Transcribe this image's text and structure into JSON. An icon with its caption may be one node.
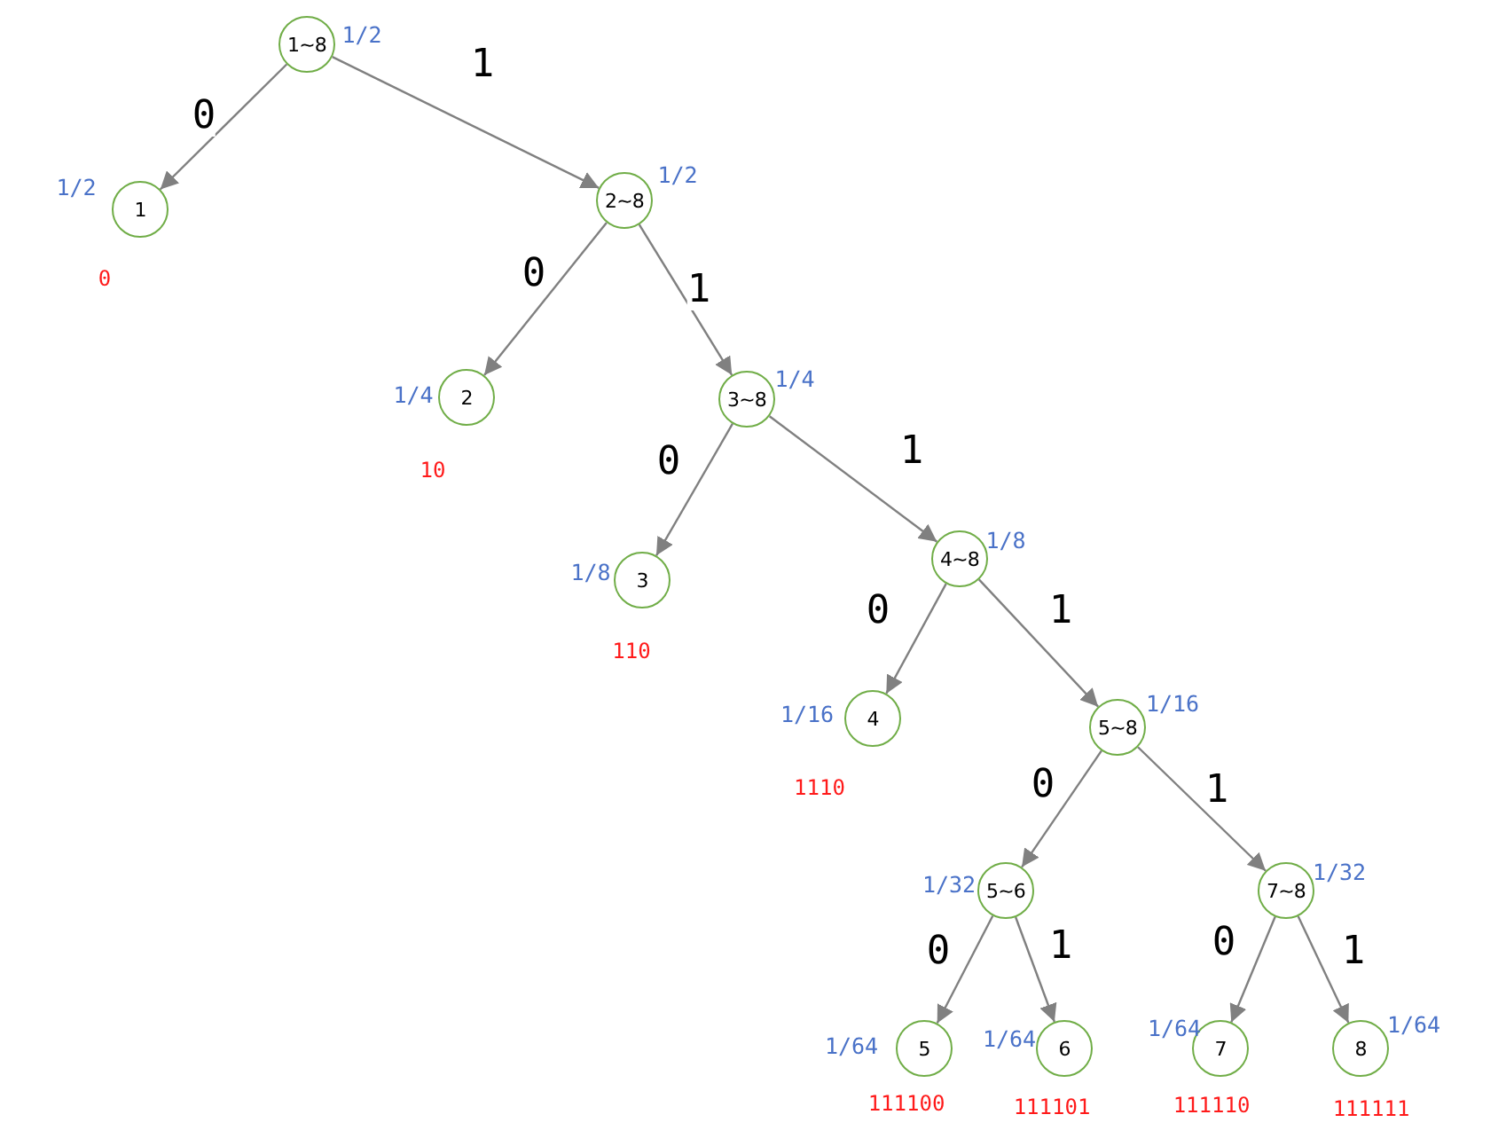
{
  "diagram": {
    "nodes": [
      {
        "text": [
          "1~8"
        ],
        "beside": [
          "1/2"
        ]
      },
      {
        "text": [
          "1"
        ],
        "beside": [
          "1/2",
          "0"
        ]
      },
      {
        "text": [
          "2~8"
        ],
        "beside": [
          "1/2"
        ]
      },
      {
        "text": [
          "2"
        ],
        "beside": [
          "1/4",
          "10"
        ]
      },
      {
        "text": [
          "3~8"
        ],
        "beside": [
          "1/4"
        ]
      },
      {
        "text": [
          "3"
        ],
        "beside": [
          "1/8",
          "110"
        ]
      },
      {
        "text": [
          "4~8"
        ],
        "beside": [
          "1/8"
        ]
      },
      {
        "text": [
          "4"
        ],
        "beside": [
          "1/16",
          "1110"
        ]
      },
      {
        "text": [
          "5~8"
        ],
        "beside": [
          "1/16"
        ]
      },
      {
        "text": [
          "5~6"
        ],
        "beside": [
          "1/32"
        ]
      },
      {
        "text": [
          "7~8"
        ],
        "beside": [
          "1/32"
        ]
      },
      {
        "text": [
          "5"
        ],
        "beside": [
          "1/64",
          "111100"
        ]
      },
      {
        "text": [
          "6"
        ],
        "beside": [
          "1/64",
          "111101"
        ]
      },
      {
        "text": [
          "7"
        ],
        "beside": [
          "1/64",
          "111110"
        ]
      },
      {
        "text": [
          "8"
        ],
        "beside": [
          "1/64",
          "111111"
        ]
      }
    ],
    "edges": [
      {
        "from": 0,
        "to": 1,
        "arrow": "to",
        "label": "0"
      },
      {
        "from": 0,
        "to": 2,
        "arrow": "to",
        "label": "1"
      },
      {
        "from": 2,
        "to": 3,
        "arrow": "to",
        "label": "0"
      },
      {
        "from": 2,
        "to": 4,
        "arrow": "to",
        "label": "1"
      },
      {
        "from": 4,
        "to": 5,
        "arrow": "to",
        "label": "0"
      },
      {
        "from": 4,
        "to": 6,
        "arrow": "to",
        "label": "1"
      },
      {
        "from": 6,
        "to": 7,
        "arrow": "to",
        "label": "0"
      },
      {
        "from": 6,
        "to": 8,
        "arrow": "to",
        "label": "1"
      },
      {
        "from": 8,
        "to": 9,
        "arrow": "to",
        "label": "0"
      },
      {
        "from": 8,
        "to": 10,
        "arrow": "to",
        "label": "1"
      },
      {
        "from": 9,
        "to": 11,
        "arrow": "to",
        "label": "0"
      },
      {
        "from": 9,
        "to": 12,
        "arrow": "to",
        "label": "1"
      },
      {
        "from": 10,
        "to": 13,
        "arrow": "to",
        "label": "0"
      },
      {
        "from": 10,
        "to": 14,
        "arrow": "to",
        "label": "1"
      }
    ]
  }
}
